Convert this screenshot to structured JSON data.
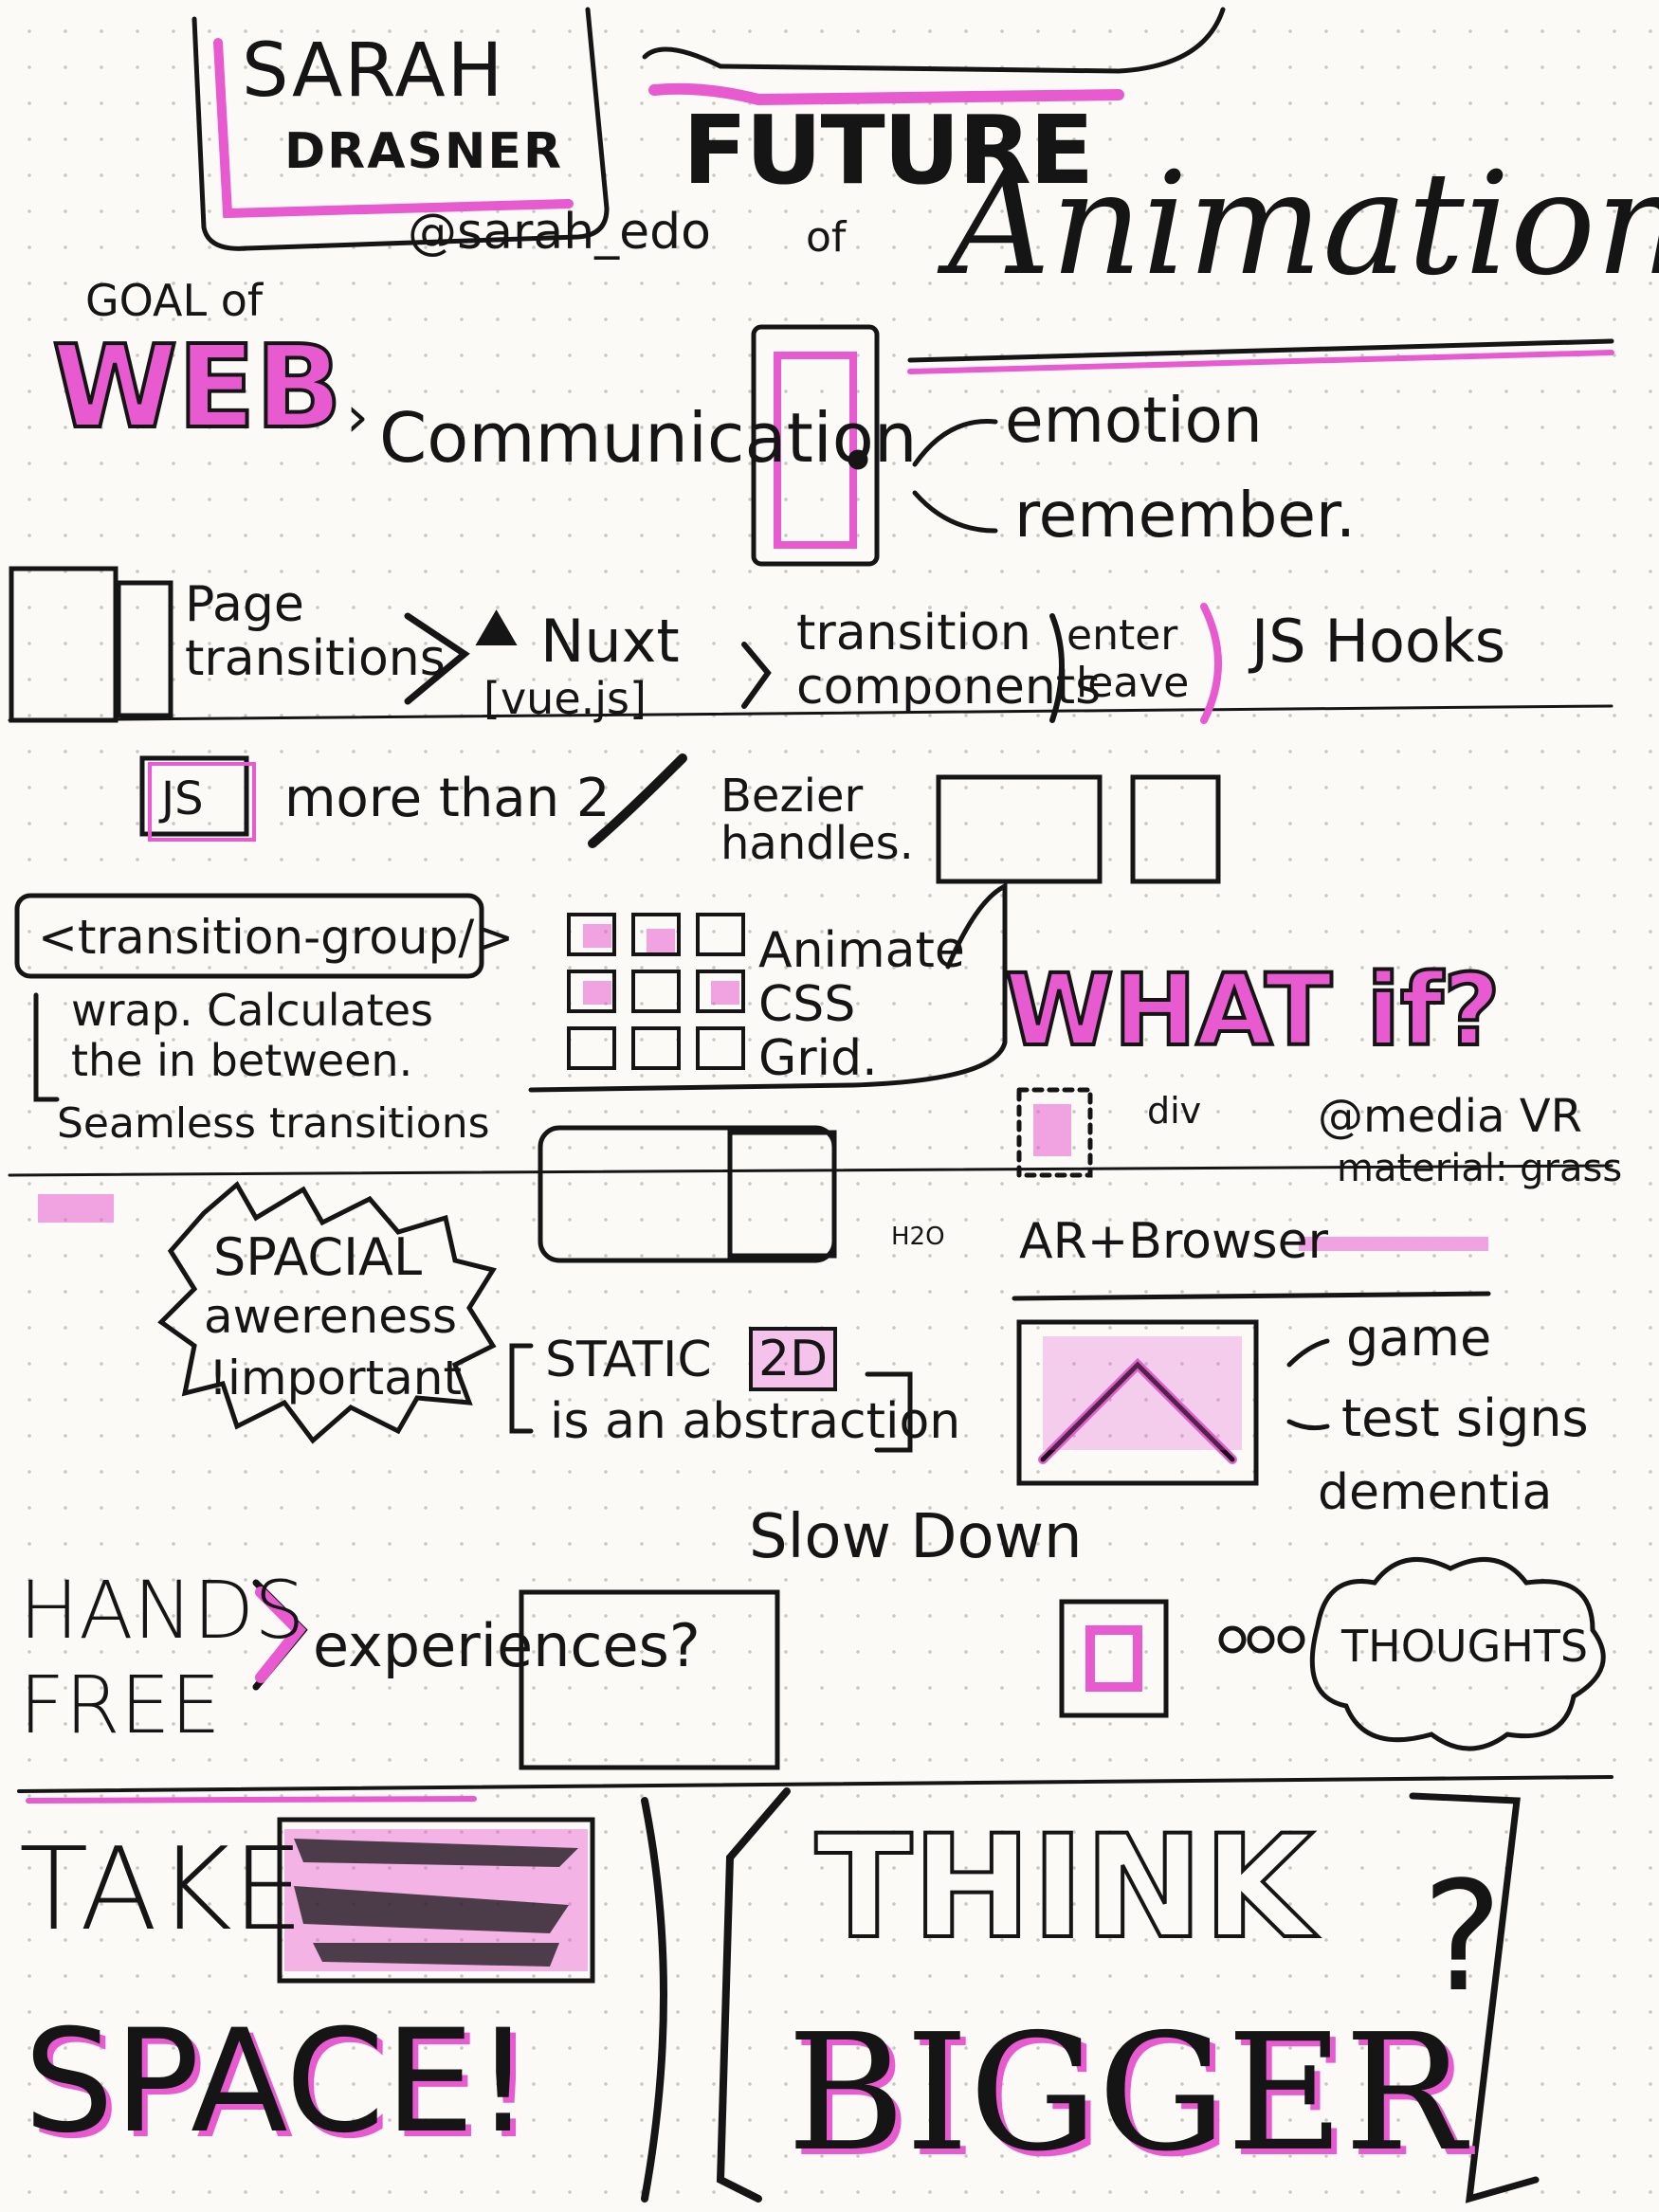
{
  "speaker": {
    "first": "SARAH",
    "last": "DRASNER",
    "handle": "@sarah_edo"
  },
  "title": {
    "line1": "FUTURE",
    "line2": "of",
    "line3": "Animation"
  },
  "goal": {
    "label": "GOAL of",
    "web": "WEB",
    "arrow_text": "Communication",
    "points": [
      "emotion",
      "remember."
    ]
  },
  "row_transitions": {
    "page": "Page transitions",
    "nuxt": "Nuxt",
    "vue": "[vue.js]",
    "components": "transition components",
    "enter": "enter",
    "leave": "leave",
    "hooks": "JS Hooks"
  },
  "row_js": {
    "js": "JS",
    "more": "more than 2",
    "bezier": "Bezier handles."
  },
  "transition_group": {
    "tag": "<transition-group/>",
    "wrap": "wrap. Calculates the in between.",
    "seamless": "Seamless transitions"
  },
  "grid": {
    "label": "Animate CSS Grid."
  },
  "what_if": {
    "heading": "WHAT if?",
    "div": "div",
    "media": "@media VR",
    "material": "material: grass",
    "ar": "AR+Browser",
    "game": "game",
    "test": "test signs",
    "dementia": "dementia"
  },
  "spacial": {
    "line1": "SPACIAL",
    "line2": "awereness",
    "line3": "!important",
    "h2o": "H2O"
  },
  "static": {
    "word": "STATIC",
    "d2": "2D",
    "rest": "is an abstraction"
  },
  "slow": "Slow Down",
  "hands": {
    "line1": "HANDS",
    "line2": "FREE",
    "experiences": "experiences?",
    "thoughts": "THOUGHTS",
    "dots": "ooo"
  },
  "closing": {
    "take": "TAKE",
    "space": "SPACE!",
    "think": "THINK",
    "bigger": "BIGGER"
  },
  "colors": {
    "ink": "#151515",
    "accent": "#e85ad0",
    "paper": "#fbfaf7"
  }
}
